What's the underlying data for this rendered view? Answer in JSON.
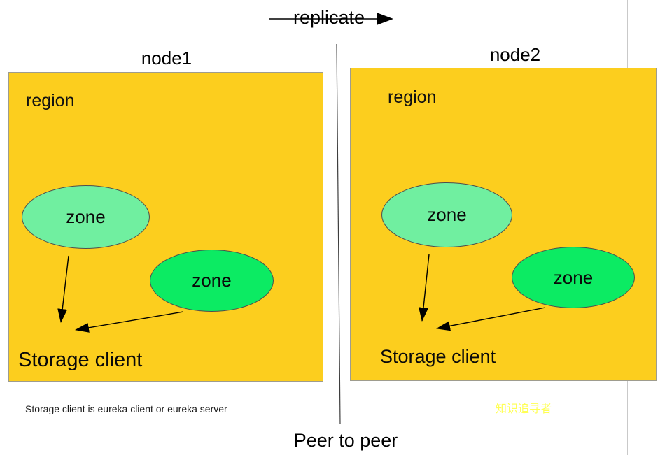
{
  "diagram": {
    "replicate_label": "replicate",
    "caption": "Peer to peer",
    "footnote": "Storage client is eureka client or eureka server",
    "watermark": "知识追寻者"
  },
  "nodes": [
    {
      "name": "node1",
      "region_label": "region",
      "zone1_label": "zone",
      "zone2_label": "zone",
      "storage_label": "Storage client"
    },
    {
      "name": "node2",
      "region_label": "region",
      "zone1_label": "zone",
      "zone2_label": "zone",
      "storage_label": "Storage client"
    }
  ],
  "colors": {
    "box_fill": "#FCCE1E",
    "box_border": "#9e9c8e",
    "zone_light": "#70EFA0",
    "zone_bright": "#0CEB63",
    "ellipse_border": "#4d4d4d",
    "watermark": "#FFFF55"
  }
}
